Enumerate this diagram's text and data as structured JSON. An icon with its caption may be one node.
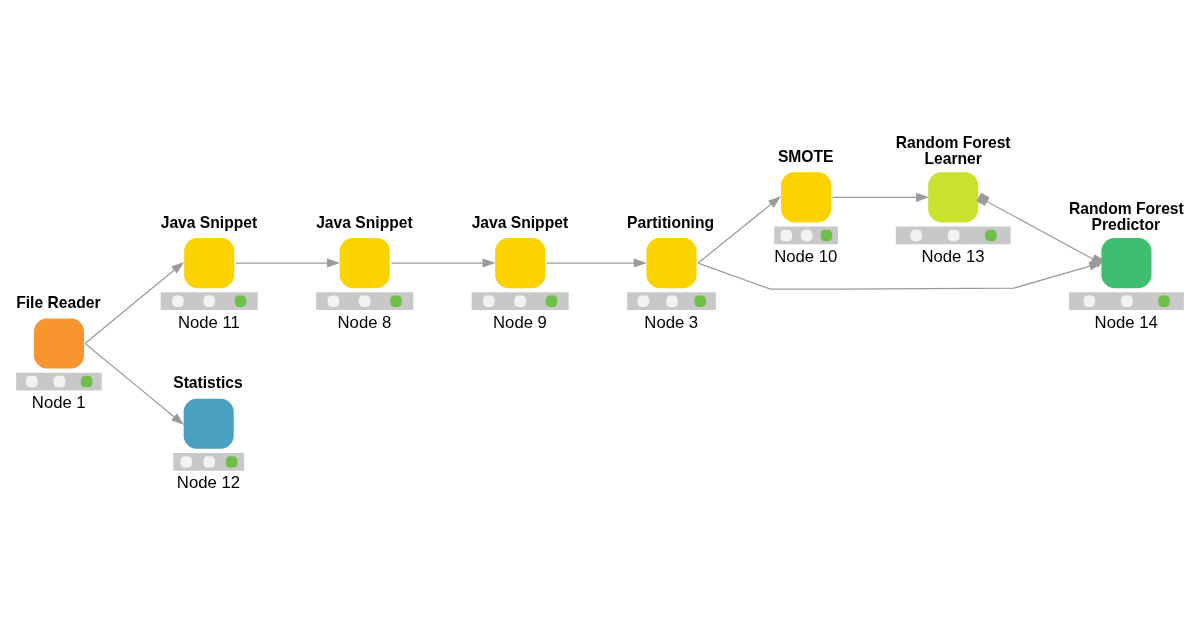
{
  "diagram": {
    "nodes": [
      {
        "text": [
          "File Reader"
        ],
        "beside": [
          "Node 1"
        ]
      },
      {
        "text": [
          "Java Snippet"
        ],
        "beside": [
          "Node 11"
        ]
      },
      {
        "text": [
          "Java Snippet"
        ],
        "beside": [
          "Node 8"
        ]
      },
      {
        "text": [
          "Java Snippet"
        ],
        "beside": [
          "Node 9"
        ]
      },
      {
        "text": [
          "Partitioning"
        ],
        "beside": [
          "Node 3"
        ]
      },
      {
        "text": [
          "SMOTE"
        ],
        "beside": [
          "Node 10"
        ]
      },
      {
        "text": [
          "Random Forest Learner"
        ],
        "beside": [
          "Node 13"
        ]
      },
      {
        "text": [
          "Random Forest Predictor"
        ],
        "beside": [
          "Node 14"
        ]
      },
      {
        "text": [
          "Statistics"
        ],
        "beside": [
          "Node 12"
        ]
      }
    ],
    "edges": [
      {
        "from": 0,
        "to": 1,
        "arrow": "to"
      },
      {
        "from": 0,
        "to": 8,
        "arrow": "to"
      },
      {
        "from": 1,
        "to": 2,
        "arrow": "to"
      },
      {
        "from": 2,
        "to": 3,
        "arrow": "to"
      },
      {
        "from": 3,
        "to": 4,
        "arrow": "to"
      },
      {
        "from": 4,
        "to": 5,
        "arrow": "to"
      },
      {
        "from": 5,
        "to": 6,
        "arrow": "to"
      },
      {
        "from": 6,
        "to": 7,
        "arrow": "other"
      },
      {
        "from": 4,
        "to": 7,
        "arrow": "to"
      }
    ]
  }
}
